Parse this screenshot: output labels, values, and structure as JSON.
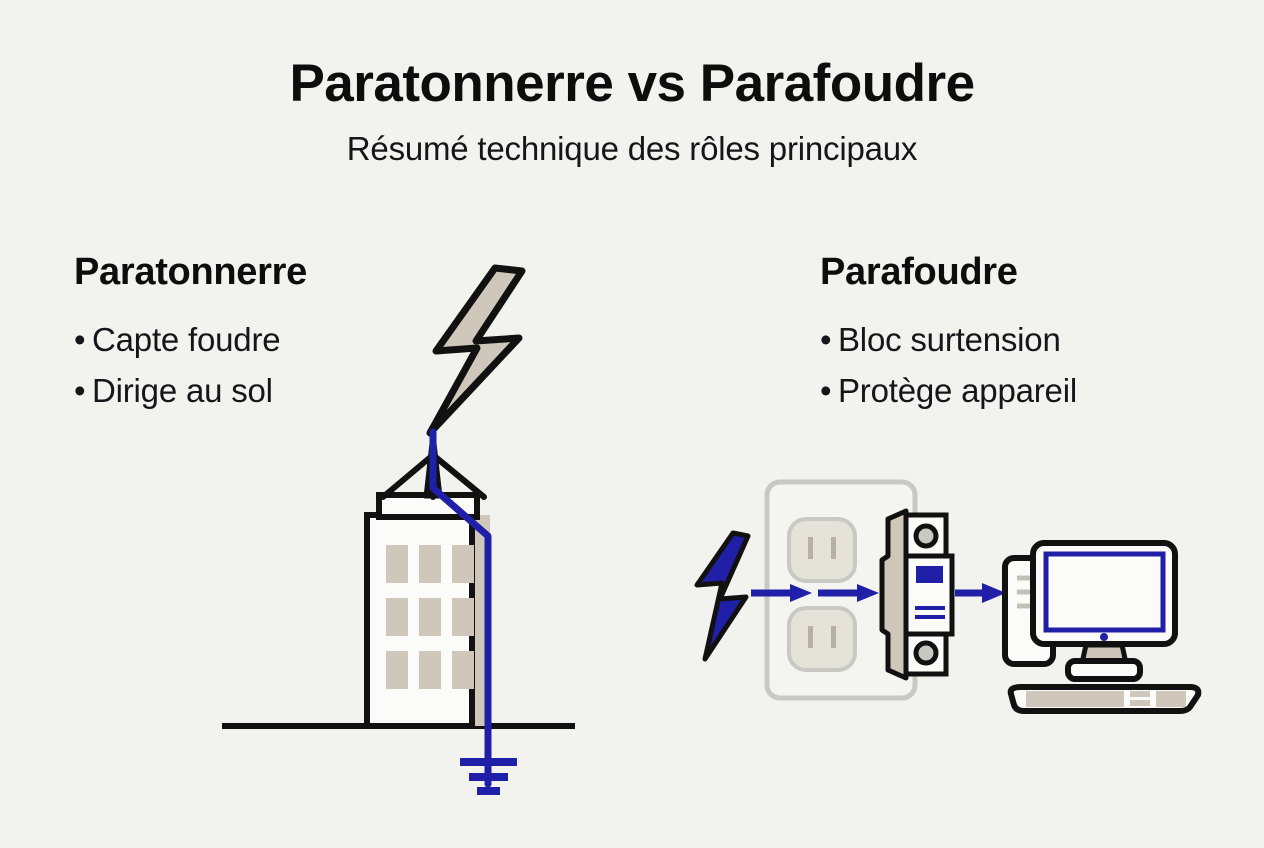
{
  "header": {
    "title": "Paratonnerre vs Parafoudre",
    "subtitle": "Résumé technique des rôles principaux"
  },
  "columns": {
    "left": {
      "title": "Paratonnerre",
      "bullet_marker": "•",
      "bullets": [
        "Capte foudre",
        "Dirige au sol"
      ]
    },
    "right": {
      "title": "Parafoudre",
      "bullet_marker": "•",
      "bullets": [
        "Bloc surtension",
        "Protège appareil"
      ]
    }
  },
  "illustrations": {
    "left_scene": {
      "name": "lightning-rod-building-scene",
      "elements": [
        "lightning-bolt-icon",
        "lightning-rod-icon",
        "building-icon",
        "ground-line",
        "down-conductor-cable",
        "earth-ground-symbol"
      ]
    },
    "right_scene": {
      "name": "surge-protector-scene",
      "elements": [
        "lightning-bolt-icon",
        "arrow-right-icon",
        "wall-outlet-icon",
        "surge-protector-module-icon",
        "arrow-right-icon",
        "desktop-computer-icon"
      ]
    }
  },
  "colors": {
    "background": "#f2f2ee",
    "ink": "#111111",
    "blue": "#1f1fa8",
    "beige": "#cfc8ba",
    "light_beige": "#d6d0c4",
    "panel_grey": "#c9c9c4",
    "white": "#fbfbf9"
  }
}
